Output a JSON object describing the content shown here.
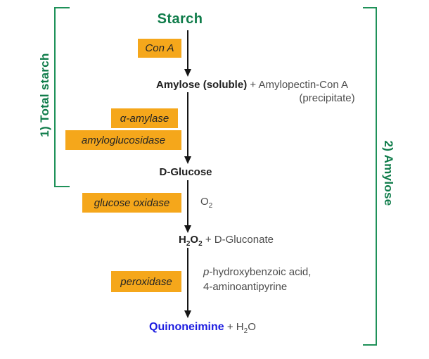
{
  "title": "Starch",
  "brackets": {
    "left_label": "1) Total starch",
    "right_label": "2) Amylose"
  },
  "enzymes": {
    "con_a": "Con A",
    "alpha_amylase": "α-amylase",
    "amyloglucosidase": "amyloglucosidase",
    "glucose_oxidase": "glucose oxidase",
    "peroxidase": "peroxidase"
  },
  "steps": {
    "amylose": {
      "bold": "Amylose (soluble)",
      "plus": "+",
      "rest": "Amylopectin-Con A",
      "sub_line": "(precipitate)"
    },
    "d_glucose": "D-Glucose",
    "o2": {
      "base": "O",
      "sub": "2"
    },
    "h2o2": {
      "h": "H",
      "h_sub": "2",
      "o": "O",
      "o_sub": "2",
      "plus": "+",
      "rest": "D-Gluconate"
    },
    "reagents": {
      "line1_italic": "p",
      "line1_rest": "-hydroxybenzoic acid,",
      "line2": "4-aminoantipyrine"
    },
    "final": {
      "product": "Quinoneimine",
      "plus": "+",
      "water_h": "H",
      "water_sub": "2",
      "water_o": "O"
    }
  },
  "colors": {
    "green_text": "#0F7C4A",
    "bracket_green": "#1F9159",
    "enzyme_box_orange": "#F5A71B",
    "product_blue": "#1C1CE0",
    "body_gray": "#4D4D4D",
    "arrow_black": "#151515"
  }
}
